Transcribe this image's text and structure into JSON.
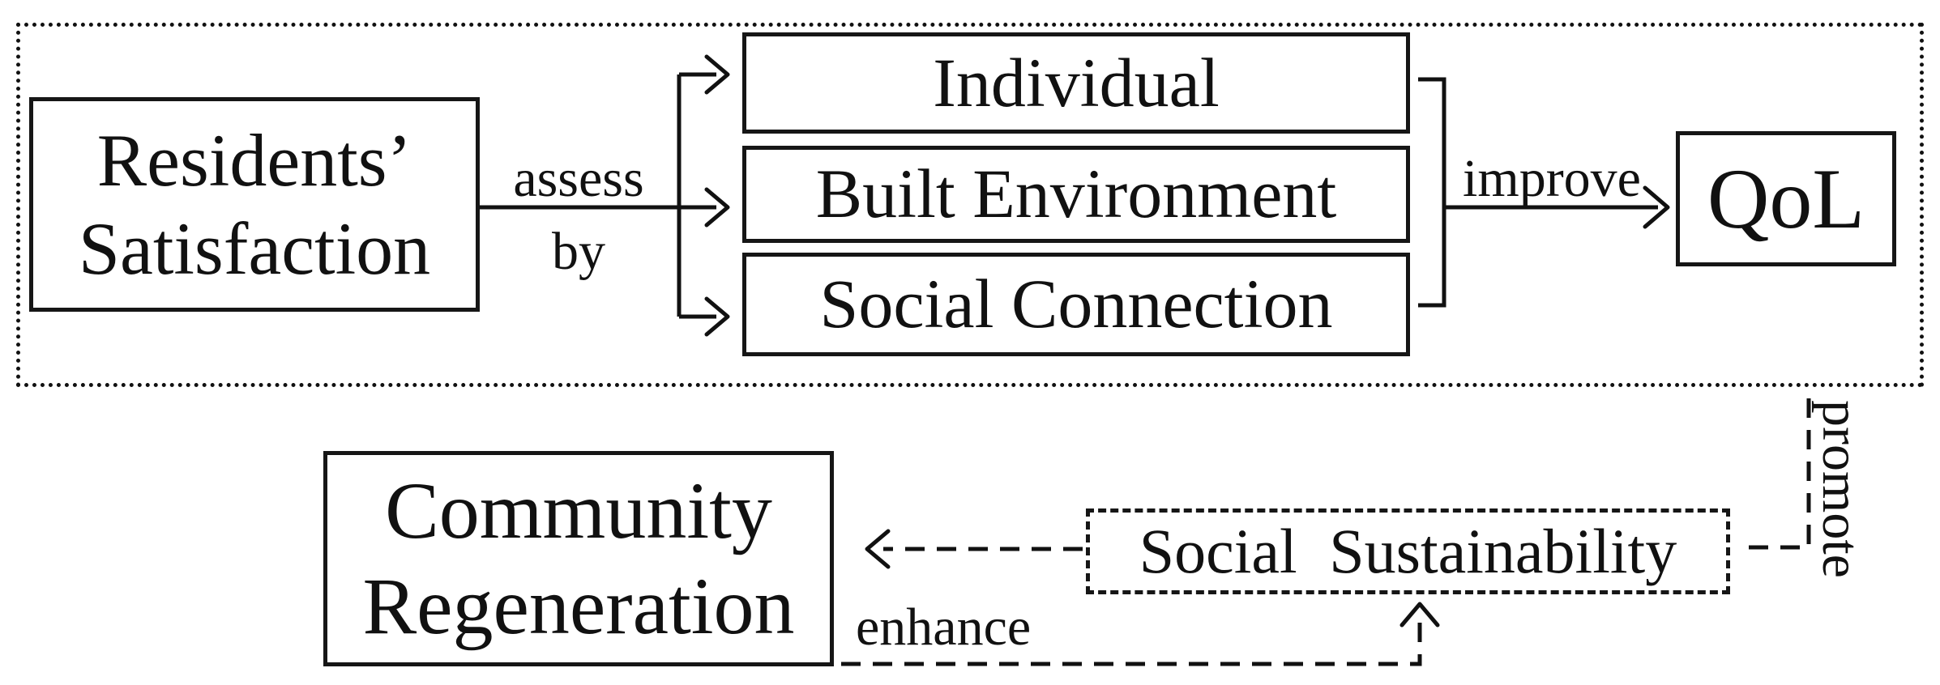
{
  "diagram": {
    "nodes": {
      "residents_satisfaction": {
        "line1": "Residents’",
        "line2": "Satisfaction"
      },
      "individual": {
        "label": "Individual"
      },
      "built_environment": {
        "label": "Built Environment"
      },
      "social_connection": {
        "label": "Social Connection"
      },
      "qol": {
        "label": "QoL"
      },
      "social_sustainability": {
        "label": "Social Sustainability"
      },
      "community_regeneration": {
        "line1": "Community",
        "line2": "Regeneration"
      }
    },
    "edge_labels": {
      "assess_top": "assess",
      "assess_bottom": "by",
      "improve": "improve",
      "promote": "promote",
      "enhance": "enhance"
    },
    "colors": {
      "ink": "#111111",
      "background": "#ffffff"
    }
  }
}
